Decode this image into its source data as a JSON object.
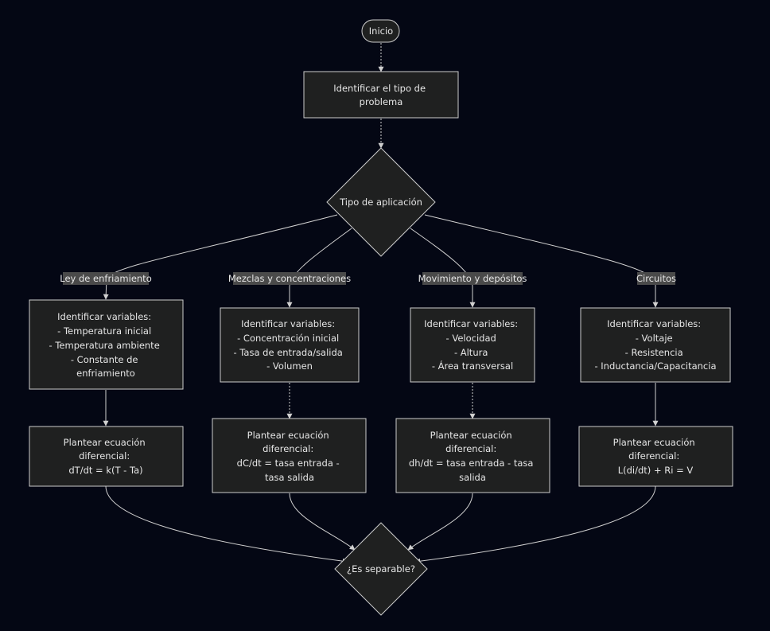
{
  "nodes": {
    "inicio": "Inicio",
    "identificar_tipo": [
      "Identificar el tipo de",
      "problema"
    ],
    "tipo_aplicacion": "Tipo de aplicación",
    "vars_enfriamiento": [
      "Identificar variables:",
      "- Temperatura inicial",
      "- Temperatura ambiente",
      "- Constante de",
      "enfriamiento"
    ],
    "vars_mezclas": [
      "Identificar variables:",
      "- Concentración inicial",
      "- Tasa de entrada/salida",
      "- Volumen"
    ],
    "vars_movimiento": [
      "Identificar variables:",
      "- Velocidad",
      "- Altura",
      "- Área transversal"
    ],
    "vars_circuitos": [
      "Identificar variables:",
      "- Voltaje",
      "- Resistencia",
      "- Inductancia/Capacitancia"
    ],
    "ec_enfriamiento": [
      "Plantear ecuación",
      "diferencial:",
      "dT/dt = k(T - Ta)"
    ],
    "ec_mezclas": [
      "Plantear ecuación",
      "diferencial:",
      "dC/dt = tasa entrada -",
      "tasa salida"
    ],
    "ec_movimiento": [
      "Plantear ecuación",
      "diferencial:",
      "dh/dt = tasa entrada - tasa",
      "salida"
    ],
    "ec_circuitos": [
      "Plantear ecuación",
      "diferencial:",
      "L(di/dt) + Ri = V"
    ],
    "es_separable": "¿Es separable?"
  },
  "edge_labels": {
    "enfriamiento": "Ley de enfriamiento",
    "mezclas": "Mezclas y concentraciones",
    "movimiento": "Movimiento y depósitos",
    "circuitos": "Circuitos"
  },
  "colors": {
    "background": "#040714",
    "node_fill": "#1f2020",
    "node_stroke": "#cccccc",
    "edge_stroke": "#d0d0d0",
    "label_background": "#4a4a4a",
    "text": "#e6e6e6"
  }
}
